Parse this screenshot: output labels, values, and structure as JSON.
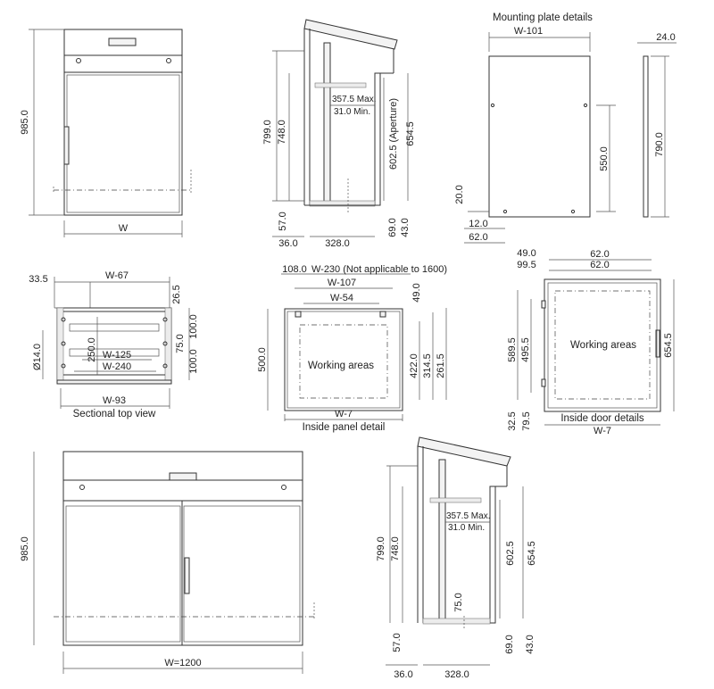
{
  "labels": {
    "mounting_plate_details": "Mounting plate details",
    "sectional_top_view": "Sectional top view",
    "inside_panel_detail": "Inside panel detail",
    "inside_door_details": "Inside door details",
    "working_areas": "Working areas",
    "aperture": "602.5 (Aperture)",
    "not_applicable": "W-230 (Not applicable to 1600)"
  },
  "dims": {
    "h985": "985.0",
    "w": "W",
    "w1200": "W=1200",
    "h7990": "799.0",
    "h7480": "748.0",
    "h6545": "654.5",
    "h6025": "602.5",
    "max3575": "357.5 Max.",
    "min310": "31.0 Min.",
    "d570": "57.0",
    "d360": "36.0",
    "d3280": "328.0",
    "d690": "69.0",
    "d430": "43.0",
    "d750": "75.0",
    "w101": "W-101",
    "d240": "24.0",
    "d5500": "550.0",
    "d7900": "790.0",
    "d200": "20.0",
    "d120": "12.0",
    "d620": "62.0",
    "d335": "33.5",
    "w67": "W-67",
    "d265": "26.5",
    "d140": "Ø14.0",
    "d2500": "250.0",
    "d750b": "75.0",
    "d1000a": "100.0",
    "d1000b": "100.0",
    "w125": "W-125",
    "w240": "W-240",
    "w93": "W-93",
    "d1080": "108.0",
    "w107": "W-107",
    "w54": "W-54",
    "d490": "49.0",
    "d5000": "500.0",
    "d4220": "422.0",
    "d3145": "314.5",
    "d2615": "261.5",
    "w7a": "W-7",
    "d490b": "49.0",
    "d995": "99.5",
    "d620a": "62.0",
    "d620b": "62.0",
    "d5895": "589.5",
    "d4955": "495.5",
    "d6545b": "654.5",
    "d325": "32.5",
    "d795": "79.5",
    "w7b": "W-7"
  }
}
